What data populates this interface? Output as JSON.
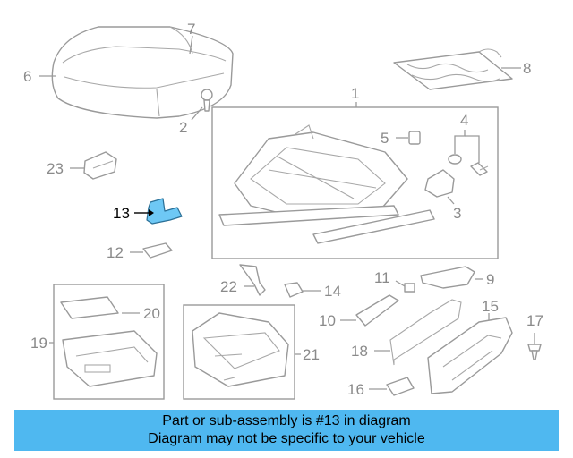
{
  "callouts": {
    "n1": "1",
    "n2": "2",
    "n3": "3",
    "n4": "4",
    "n5": "5",
    "n6": "6",
    "n7": "7",
    "n8": "8",
    "n9": "9",
    "n10": "10",
    "n11": "11",
    "n12": "12",
    "n13": "13",
    "n14": "14",
    "n15": "15",
    "n16": "16",
    "n17": "17",
    "n18": "18",
    "n19": "19",
    "n20": "20",
    "n21": "21",
    "n22": "22",
    "n23": "23"
  },
  "highlight": {
    "part": "13",
    "color": "#6ec8f5"
  },
  "banner": {
    "line1": "Part or sub-assembly is #13 in diagram",
    "line2": "Diagram may not be specific to your vehicle",
    "background": "#4fb8f0"
  }
}
